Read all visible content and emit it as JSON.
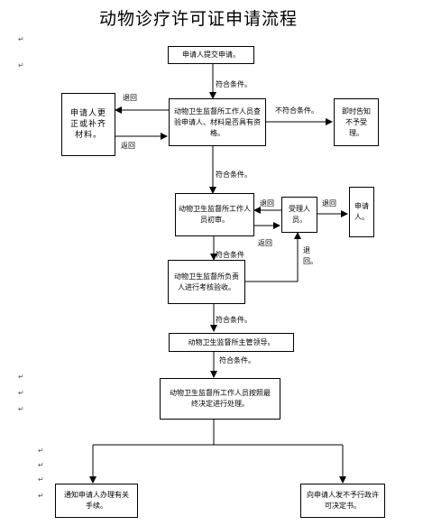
{
  "title": "动物诊疗许可证申请流程",
  "nodes": {
    "submit": "申请人提交申请。",
    "review": "动物卫生监督所工作人员查验申请人、材料是否具有资格。",
    "supplement": "申请人更正或补齐材料。",
    "reject_now": "即时告知不予受理。",
    "initial": "动物卫生监督所工作人员初审。",
    "accept_staff": "受理人员。",
    "applicant": "申请人。",
    "inspection": "动物卫生监督所负责人进行考核验收。",
    "director": "动物卫生监督所主管领导。",
    "final": "动物卫生监督所工作人员按照最终决定进行处理。",
    "notify": "通知申请人办理有关手续。",
    "not_grant": "向申请人发不予行政许可决定书。"
  },
  "edges": {
    "meets_1": "符合条件。",
    "not_meet": "不符合条件。",
    "return_1": "退回",
    "return_2": "返回",
    "meets_2": "符合条件。",
    "return_3": "退回",
    "return_4": "退回",
    "return_5": "返回",
    "meets_3": "符合条件",
    "return_6": "退回。",
    "meets_4": "符合条件。",
    "meets_5": "符合条件。"
  }
}
